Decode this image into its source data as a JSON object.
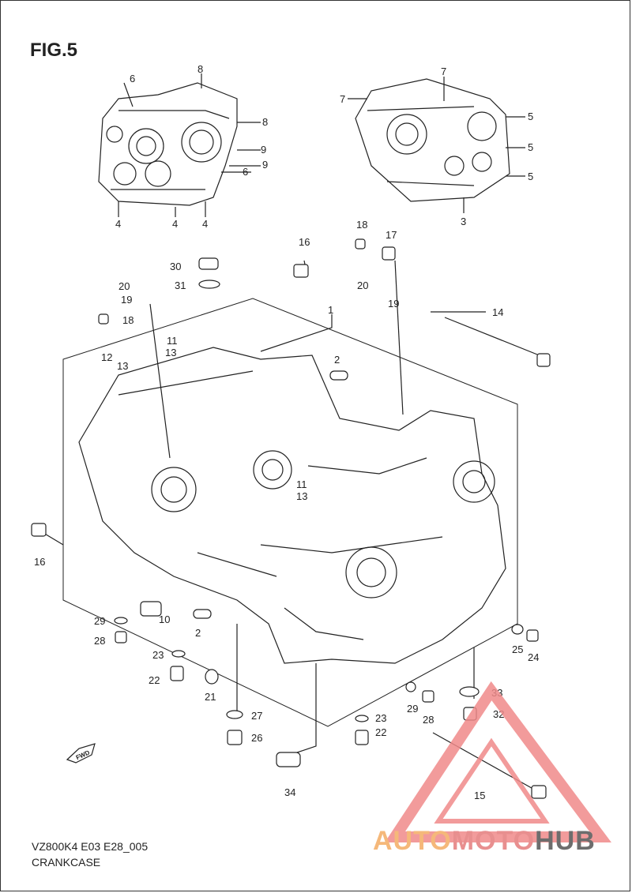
{
  "figure": {
    "title": "FIG.5",
    "code": "VZ800K4 E03 E28_005",
    "name": "CRANKCASE",
    "direction_label": "FWD"
  },
  "callouts": {
    "c1": "1",
    "c2a": "2",
    "c2b": "2",
    "c3": "3",
    "c4a": "4",
    "c4b": "4",
    "c4c": "4",
    "c5a": "5",
    "c5b": "5",
    "c5c": "5",
    "c6a": "6",
    "c6b": "6",
    "c7a": "7",
    "c7b": "7",
    "c8a": "8",
    "c8b": "8",
    "c9a": "9",
    "c9b": "9",
    "c10": "10",
    "c11a": "11",
    "c11b": "11",
    "c12": "12",
    "c13a": "13",
    "c13b": "13",
    "c13c": "13",
    "c14": "14",
    "c15": "15",
    "c16a": "16",
    "c16b": "16",
    "c17": "17",
    "c18a": "18",
    "c18b": "18",
    "c19a": "19",
    "c19b": "19",
    "c20a": "20",
    "c20b": "20",
    "c21": "21",
    "c22a": "22",
    "c22b": "22",
    "c23a": "23",
    "c23b": "23",
    "c24": "24",
    "c25": "25",
    "c26": "26",
    "c27": "27",
    "c28a": "28",
    "c28b": "28",
    "c29a": "29",
    "c29b": "29",
    "c30": "30",
    "c31": "31",
    "c32": "32",
    "c33": "33",
    "c34": "34"
  },
  "watermark": {
    "part1": "AUTO",
    "part2": "MOTO",
    "part3": "HUB",
    "color_triangle": "#f08a8a",
    "color_auto": "#f5b87a",
    "color_moto": "#e88f8f",
    "color_hub": "#6d6d6d"
  }
}
